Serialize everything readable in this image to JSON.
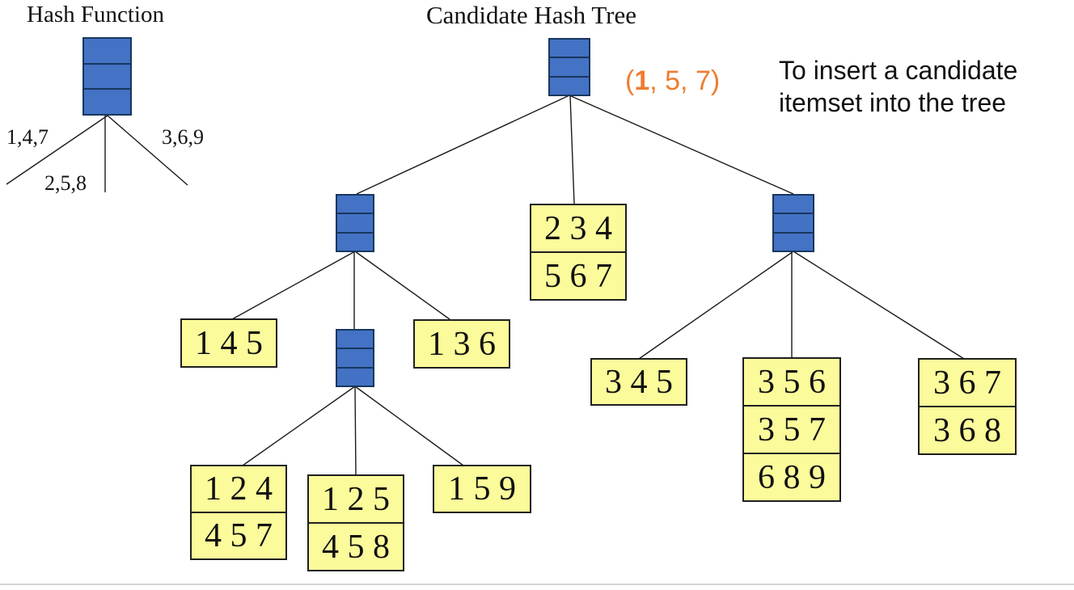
{
  "colors": {
    "node_fill": "#4472C4",
    "node_border": "#17375E",
    "leaf_fill": "#FBFB9B",
    "leaf_border": "#1f1f1f",
    "edge": "#1a1a1a",
    "tuple_orange": "#ED7D31",
    "divider_gray": "#D4D4D4"
  },
  "hash_function": {
    "title": "Hash Function",
    "branches": [
      "1,4,7",
      "2,5,8",
      "3,6,9"
    ]
  },
  "tree": {
    "title": "Candidate Hash Tree",
    "tuple": {
      "open": "(",
      "bold": "1",
      "rest": ", 5, 7)"
    },
    "note": {
      "line1": "To insert a candidate",
      "line2": "itemset into the tree"
    }
  },
  "leaves": {
    "n145": [
      "1 4 5"
    ],
    "n136": [
      "1 3 6"
    ],
    "n234_567": [
      "2 3 4",
      "5 6 7"
    ],
    "n124_457": [
      "1 2 4",
      "4 5 7"
    ],
    "n125_458": [
      "1 2 5",
      "4 5 8"
    ],
    "n159": [
      "1 5 9"
    ],
    "n345": [
      "3 4 5"
    ],
    "n356_357_689": [
      "3 5 6",
      "3 5 7",
      "6 8 9"
    ],
    "n367_368": [
      "3 6 7",
      "3 6 8"
    ]
  }
}
